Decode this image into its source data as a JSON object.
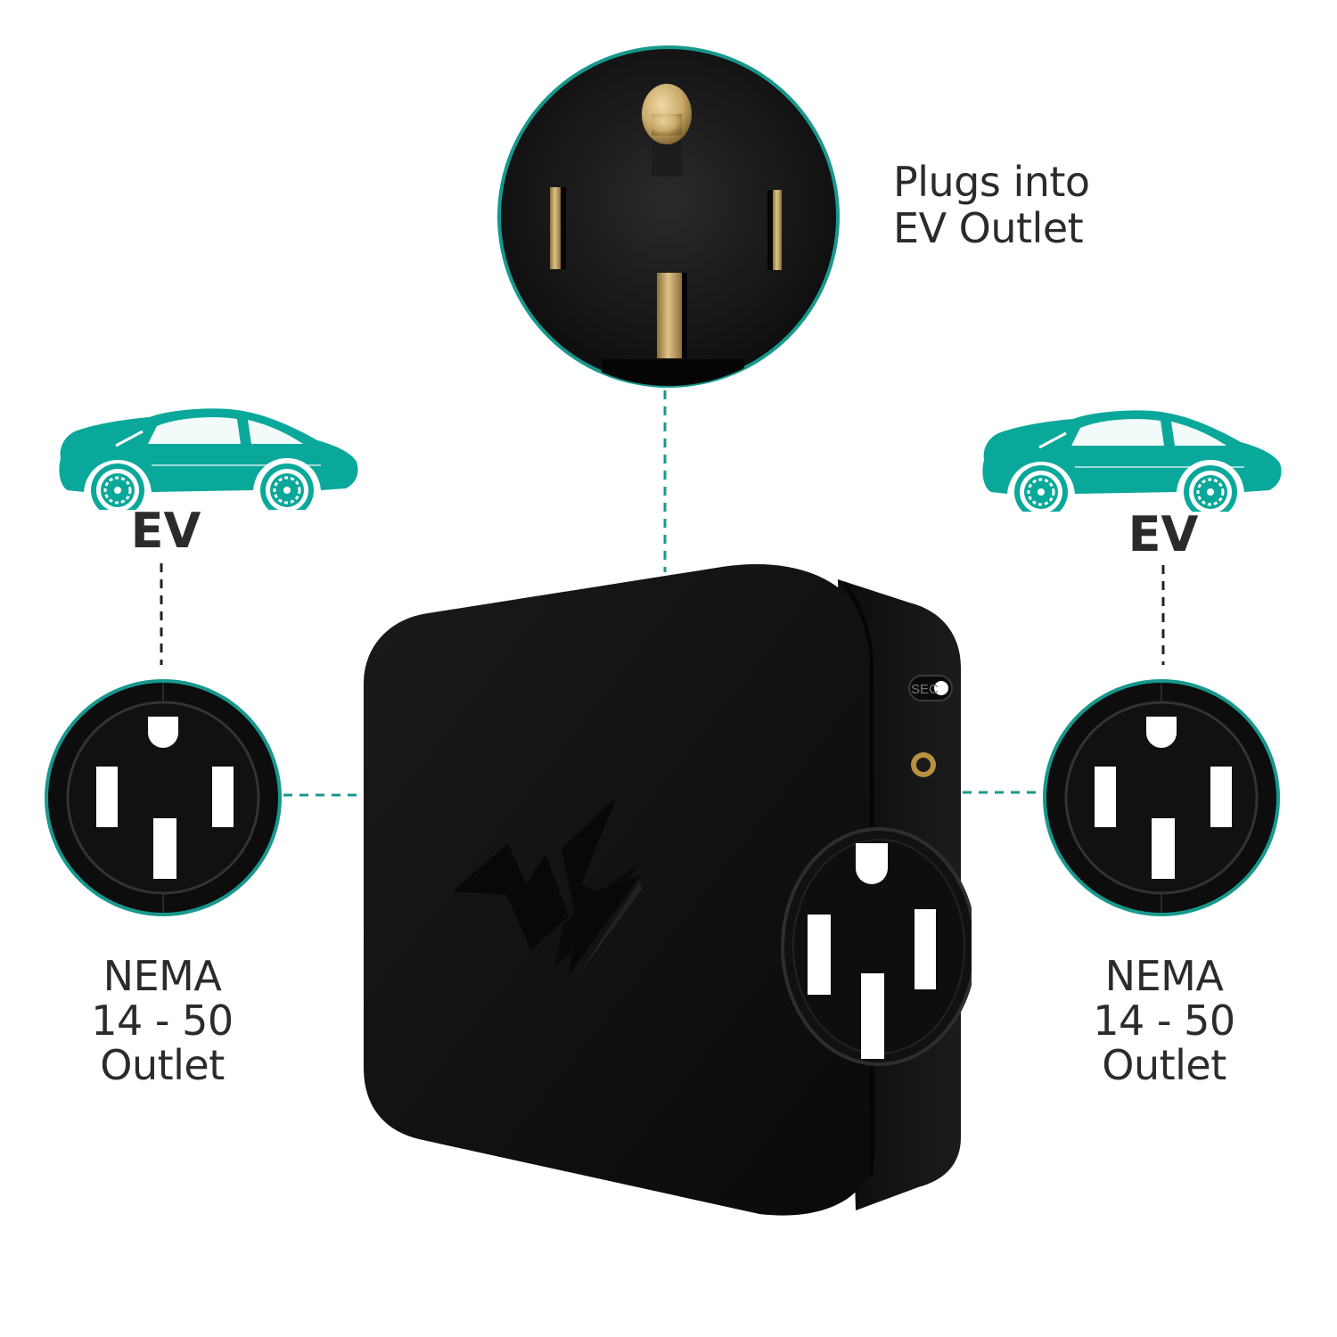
{
  "colors": {
    "teal": "#0aa89a",
    "ring": "#17988d",
    "device": "#141414",
    "brass": "#c8a96a",
    "text": "#2b2b2b"
  },
  "top_plug": {
    "label_line1": "Plugs into",
    "label_line2": "EV Outlet",
    "icon": "nema-14-50-plug-icon"
  },
  "left": {
    "ev_label": "EV",
    "outlet_line1": "NEMA",
    "outlet_line2": "14 - 50",
    "outlet_line3": "Outlet",
    "car_icon": "electric-car-icon",
    "outlet_icon": "nema-14-50-outlet-icon"
  },
  "right": {
    "ev_label": "EV",
    "outlet_line1": "NEMA",
    "outlet_line2": "14 - 50",
    "outlet_line3": "Outlet",
    "car_icon": "electric-car-icon",
    "outlet_icon": "nema-14-50-outlet-icon"
  },
  "device": {
    "side_label": "SEC",
    "logo_icon": "lightning-bolt-logo-icon"
  }
}
